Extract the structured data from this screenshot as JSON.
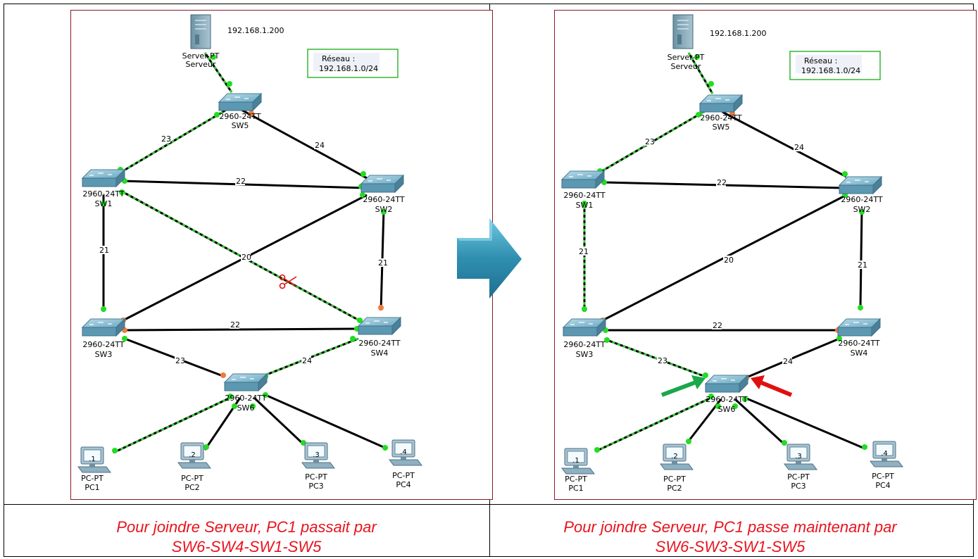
{
  "left": {
    "server_ip": "192.168.1.200",
    "network_label": "Réseau :",
    "network_value": "192.168.1.0/24",
    "server": {
      "type": "Server-PT",
      "name": "Serveur"
    },
    "switch_model": "2960-24TT",
    "switches": [
      "SW5",
      "SW1",
      "SW2",
      "SW3",
      "SW4",
      "SW6"
    ],
    "links": {
      "sw5_sw1": "23",
      "sw5_sw2": "24",
      "sw1_sw2": "22",
      "sw1_sw3": "21",
      "cross": "20",
      "sw2_sw4": "21",
      "sw3_sw4": "22",
      "sw3_sw6": "23",
      "sw4_sw6": "24"
    },
    "pcs": [
      {
        "type": "PC-PT",
        "name": "PC1",
        "screen": ".1"
      },
      {
        "type": "PC-PT",
        "name": "PC2",
        "screen": ".2"
      },
      {
        "type": "PC-PT",
        "name": "PC3",
        "screen": ".3"
      },
      {
        "type": "PC-PT",
        "name": "PC4",
        "screen": ".4"
      }
    ],
    "caption_line1": "Pour joindre Serveur, PC1 passait par",
    "caption_line2": "SW6-SW4-SW1-SW5"
  },
  "right": {
    "server_ip": "192.168.1.200",
    "network_label": "Réseau :",
    "network_value": "192.168.1.0/24",
    "server": {
      "type": "Server-PT",
      "name": "Serveur"
    },
    "switch_model": "2960-24TT",
    "switches": [
      "SW5",
      "SW1",
      "SW2",
      "SW3",
      "SW4",
      "SW6"
    ],
    "links": {
      "sw5_sw1": "23",
      "sw5_sw2": "24",
      "sw1_sw2": "22",
      "sw1_sw3": "21",
      "cross": "20",
      "sw2_sw4": "21",
      "sw3_sw4": "22",
      "sw3_sw6": "23",
      "sw4_sw6": "24"
    },
    "pcs": [
      {
        "type": "PC-PT",
        "name": "PC1",
        "screen": ".1"
      },
      {
        "type": "PC-PT",
        "name": "PC2",
        "screen": ".2"
      },
      {
        "type": "PC-PT",
        "name": "PC3",
        "screen": ".3"
      },
      {
        "type": "PC-PT",
        "name": "PC4",
        "screen": ".4"
      }
    ],
    "caption_line1": "Pour joindre Serveur, PC1 passe maintenant par",
    "caption_line2": "SW6-SW3-SW1-SW5"
  },
  "colors": {
    "link": "#000000",
    "path_dash": "#38c738",
    "port_up": "#22dd22",
    "port_blocked": "#f07b3c",
    "border": "#8b1a2a",
    "caption": "#e8141e",
    "network_box": "#27b027",
    "scissors": "#e01010",
    "arrow_green": "#1aa84a",
    "arrow_red": "#e01010",
    "big_arrow": "#2f8fb0"
  },
  "icons": {
    "scissors": "scissors-icon",
    "big_arrow": "transition-arrow-icon"
  }
}
